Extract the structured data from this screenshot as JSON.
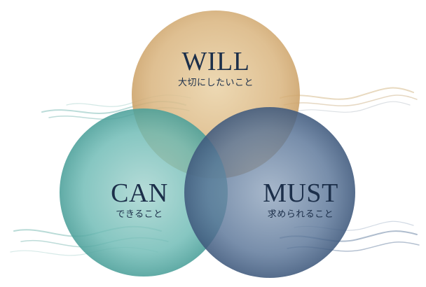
{
  "circles": {
    "will": {
      "title": "WILL",
      "subtitle": "大切にしたいこと",
      "color": "#d9b47e"
    },
    "can": {
      "title": "CAN",
      "subtitle": "できること",
      "color": "#5fb3ad"
    },
    "must": {
      "title": "MUST",
      "subtitle": "求められること",
      "color": "#4d6a8e"
    }
  },
  "text_color": "#1c2f4a"
}
